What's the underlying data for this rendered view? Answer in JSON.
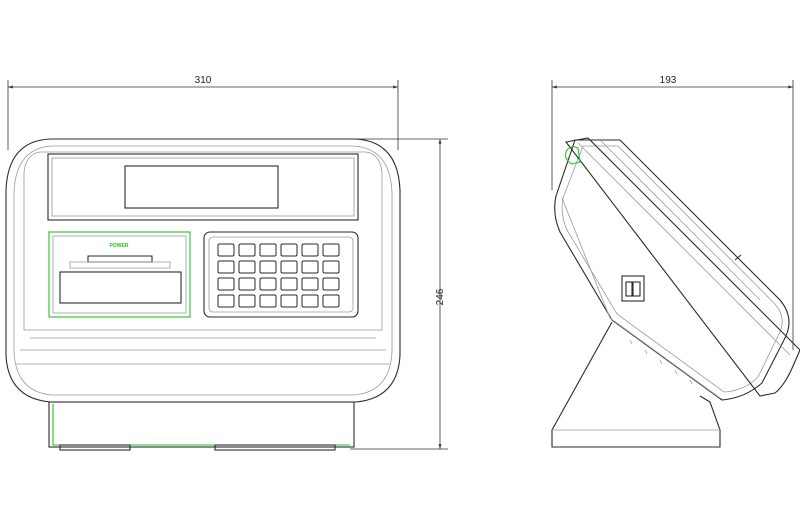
{
  "dimensions": {
    "front_width": "310",
    "side_depth": "193",
    "height": "246"
  },
  "labels": {
    "power": "POWER"
  },
  "colors": {
    "outline": "#2a2a2a",
    "highlight": "#22c422"
  },
  "keypad": {
    "rows": 4,
    "cols": 6
  }
}
